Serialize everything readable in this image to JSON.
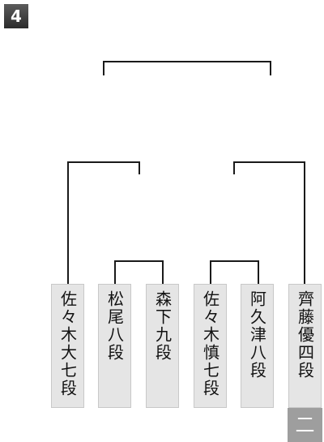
{
  "block": {
    "number": "4"
  },
  "players": [
    {
      "name": "佐々木大七段"
    },
    {
      "name": "松尾八段"
    },
    {
      "name": "森下九段"
    },
    {
      "name": "佐々木慎七段"
    },
    {
      "name": "阿久津八段"
    },
    {
      "name": "齊藤優四段"
    }
  ],
  "result": {
    "label": "二"
  },
  "colors": {
    "line": "#1a1a1a",
    "box_fill": "#e5e5e5",
    "result_fill": "#9e9e9e",
    "badge_fill": "#3a3a3a"
  }
}
